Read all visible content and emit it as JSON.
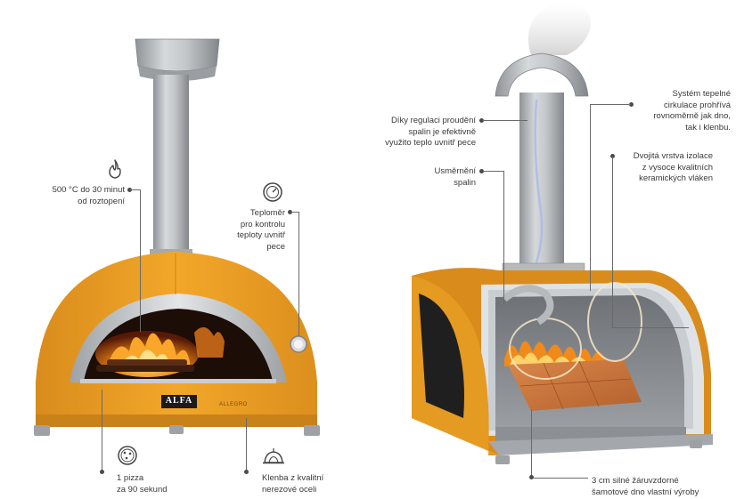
{
  "left_oven": {
    "brand": "ALFA",
    "model": "ALLEGRO",
    "callouts": {
      "temperature": {
        "line1": "500 °C do 30 minut",
        "line2": "od roztopení",
        "icon": "flame-icon"
      },
      "thermometer": {
        "line1": "Teploměr",
        "line2": "pro kontrolu",
        "line3": "teploty uvnitř",
        "line4": "pece",
        "icon": "thermometer-icon"
      },
      "pizza": {
        "line1": "1 pizza",
        "line2": "za 90 sekund",
        "icon": "pizza-icon"
      },
      "dome": {
        "line1": "Klenba z kvalitní",
        "line2": "nerezové oceli",
        "icon": "dome-icon"
      }
    }
  },
  "right_oven": {
    "callouts": {
      "flue_regulation": {
        "line1": "Díky regulaci proudění",
        "line2": "spalin je efektivně",
        "line3": "využito teplo uvnitř pece"
      },
      "flue_direction": {
        "line1": "Usměrnění",
        "line2": "spalin"
      },
      "heat_circulation": {
        "line1": "Systém tepelné",
        "line2": "cirkulace prohřívá",
        "line3": "rovnoměrně jak dno,",
        "line4": "tak i klenbu."
      },
      "insulation": {
        "line1": "Dvojitá vrstva izolace",
        "line2": "z vysoce kvalitních",
        "line3": "keramických vláken"
      },
      "floor": {
        "line1": "3 cm silné žáruvzdorné",
        "line2": "šamotové dno vlastní výroby"
      }
    }
  },
  "colors": {
    "oven_orange": "#F0A024",
    "oven_orange_dark": "#D98A16",
    "steel": "#B8BBBE",
    "steel_dark": "#8E9296",
    "fire": "#F27A12",
    "brick": "#C8743E",
    "line": "#5A5A5A"
  }
}
